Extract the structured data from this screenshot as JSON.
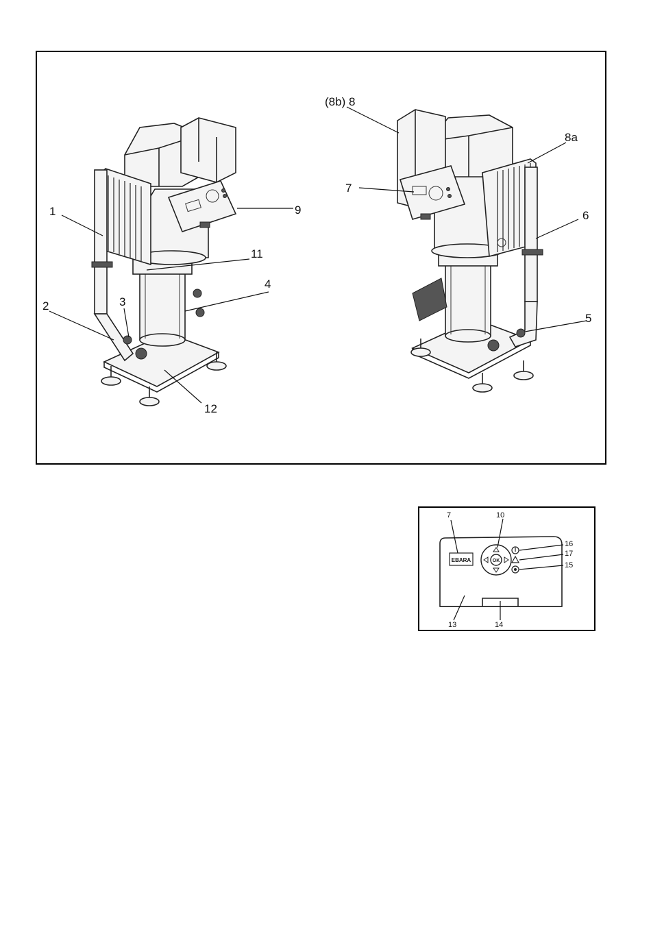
{
  "main_diagram": {
    "left_unit_labels": [
      "1",
      "2",
      "3",
      "4",
      "9",
      "11",
      "12"
    ],
    "right_unit_labels": [
      "(8b) 8",
      "8a",
      "7",
      "6",
      "5"
    ]
  },
  "panel_diagram": {
    "labels": [
      "7",
      "10",
      "16",
      "17",
      "15",
      "13",
      "14"
    ],
    "display_text": "EBARA",
    "ok_button_label": "OK"
  }
}
